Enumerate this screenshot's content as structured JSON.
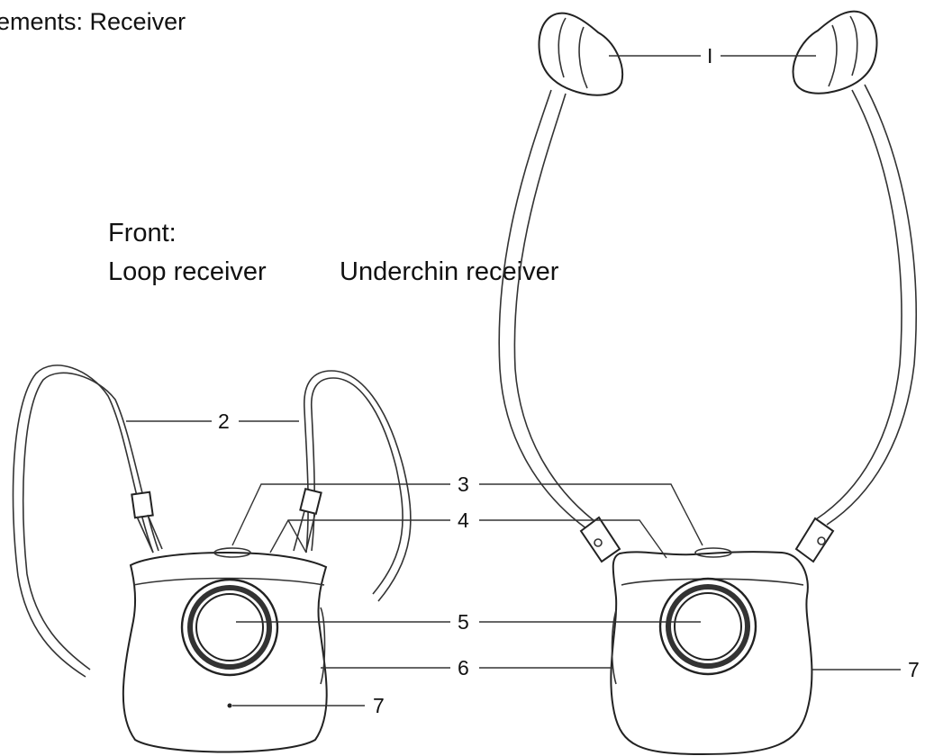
{
  "heading": "ements: Receiver",
  "front_label": "Front:",
  "loop_label": "Loop receiver",
  "underchin_label": "Underchin receiver",
  "callouts": {
    "c1": "I",
    "c2": "2",
    "c3": "3",
    "c4": "4",
    "c5": "5",
    "c6": "6",
    "c7_loop": "7",
    "c7_underchin": "7"
  },
  "colors": {
    "line": "#222222",
    "text": "#111111",
    "background": "#ffffff"
  }
}
